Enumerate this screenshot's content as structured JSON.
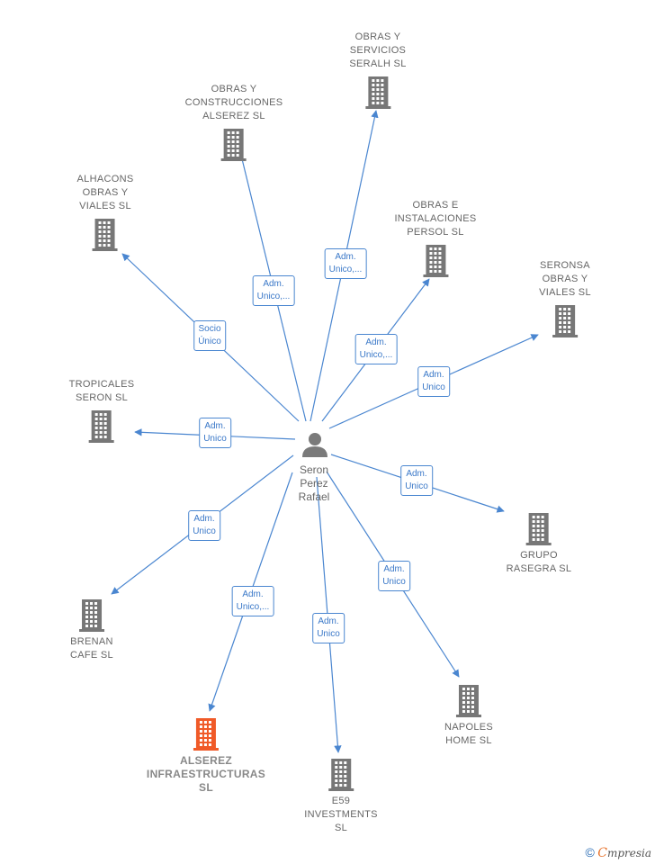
{
  "center": {
    "name": "Seron\nPerez\nRafael",
    "icon": "person-icon"
  },
  "colors": {
    "edge": "#4a86d0",
    "building": "#777777",
    "highlight": "#f05a28"
  },
  "nodes": [
    {
      "id": "obras-servicios-seralh",
      "label": "OBRAS Y\nSERVICIOS\nSERALH  SL",
      "edge_label": "Adm.\nUnico,...",
      "highlight": false
    },
    {
      "id": "obras-construcciones-alserez",
      "label": "OBRAS Y\nCONSTRUCCIONES\nALSEREZ  SL",
      "edge_label": "Adm.\nUnico,...",
      "highlight": false
    },
    {
      "id": "alhacons",
      "label": "ALHACONS\nOBRAS Y\nVIALES  SL",
      "edge_label": "Socio\nÚnico",
      "highlight": false
    },
    {
      "id": "obras-instalaciones-persol",
      "label": "OBRAS E\nINSTALACIONES\nPERSOL  SL",
      "edge_label": "Adm.\nUnico,...",
      "highlight": false
    },
    {
      "id": "seronsa",
      "label": "SERONSA\nOBRAS Y\nVIALES  SL",
      "edge_label": "Adm.\nUnico",
      "highlight": false
    },
    {
      "id": "tropicales-seron",
      "label": "TROPICALES\nSERON  SL",
      "edge_label": "Adm.\nUnico",
      "highlight": false
    },
    {
      "id": "grupo-rasegra",
      "label": "GRUPO\nRASEGRA  SL",
      "edge_label": "Adm.\nUnico",
      "highlight": false
    },
    {
      "id": "brenan-cafe",
      "label": "BRENAN\nCAFE SL",
      "edge_label": "Adm.\nUnico",
      "highlight": false
    },
    {
      "id": "napoles-home",
      "label": "NAPOLES\nHOME  SL",
      "edge_label": "Adm.\nUnico",
      "highlight": false
    },
    {
      "id": "alserez-infraestructuras",
      "label": "ALSEREZ\nINFRAESTRUCTURAS\nSL",
      "edge_label": "Adm.\nUnico,...",
      "highlight": true
    },
    {
      "id": "e59-investments",
      "label": "E59\nINVESTMENTS\nSL",
      "edge_label": "Adm.\nUnico",
      "highlight": false
    }
  ],
  "brand": {
    "copyright": "©",
    "initial": "C",
    "rest": "mpresia"
  }
}
